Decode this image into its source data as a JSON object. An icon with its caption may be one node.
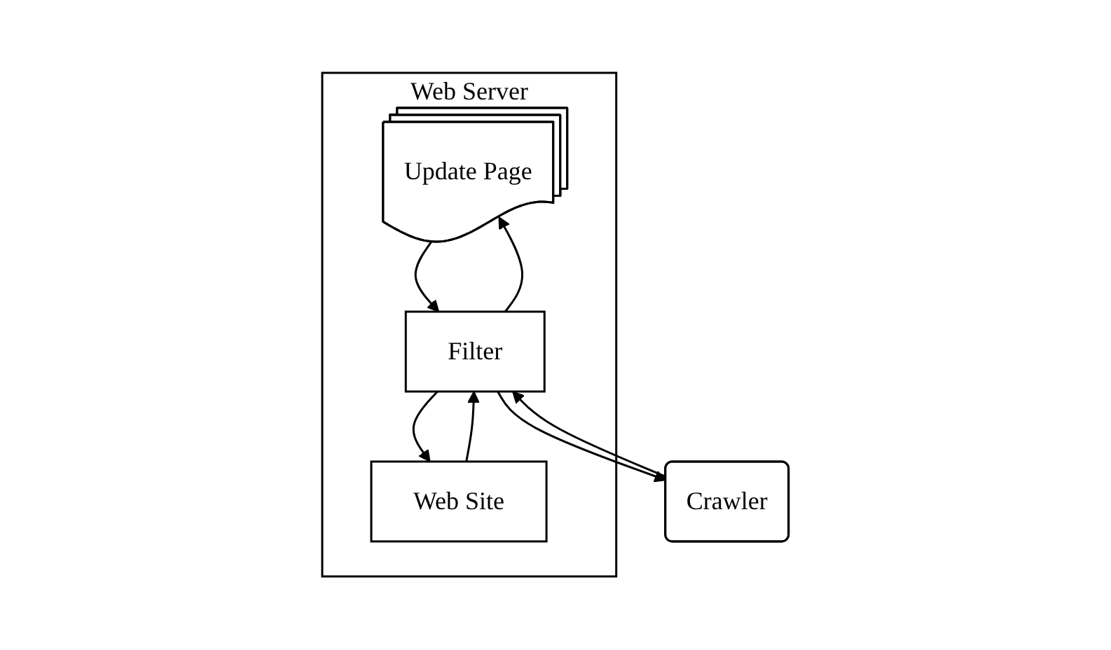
{
  "diagram": {
    "nodes": [
      {
        "text": [
          "Web Server"
        ]
      },
      {
        "text": [
          "Update Page"
        ],
        "in": 0
      },
      {
        "text": [
          "Web Site"
        ],
        "in": 0
      },
      {
        "text": [
          "Filter"
        ],
        "in": 0
      },
      {
        "text": [
          "Crawler"
        ]
      }
    ],
    "edges": [
      {
        "from": 1,
        "to": 3,
        "arrow": "to"
      },
      {
        "from": 3,
        "to": 1,
        "arrow": "to"
      },
      {
        "from": 3,
        "to": 2,
        "arrow": "to"
      },
      {
        "from": 2,
        "to": 3,
        "arrow": "to"
      },
      {
        "from": 4,
        "to": 3,
        "arrow": "to"
      },
      {
        "from": 3,
        "to": 4,
        "arrow": "to"
      }
    ]
  }
}
